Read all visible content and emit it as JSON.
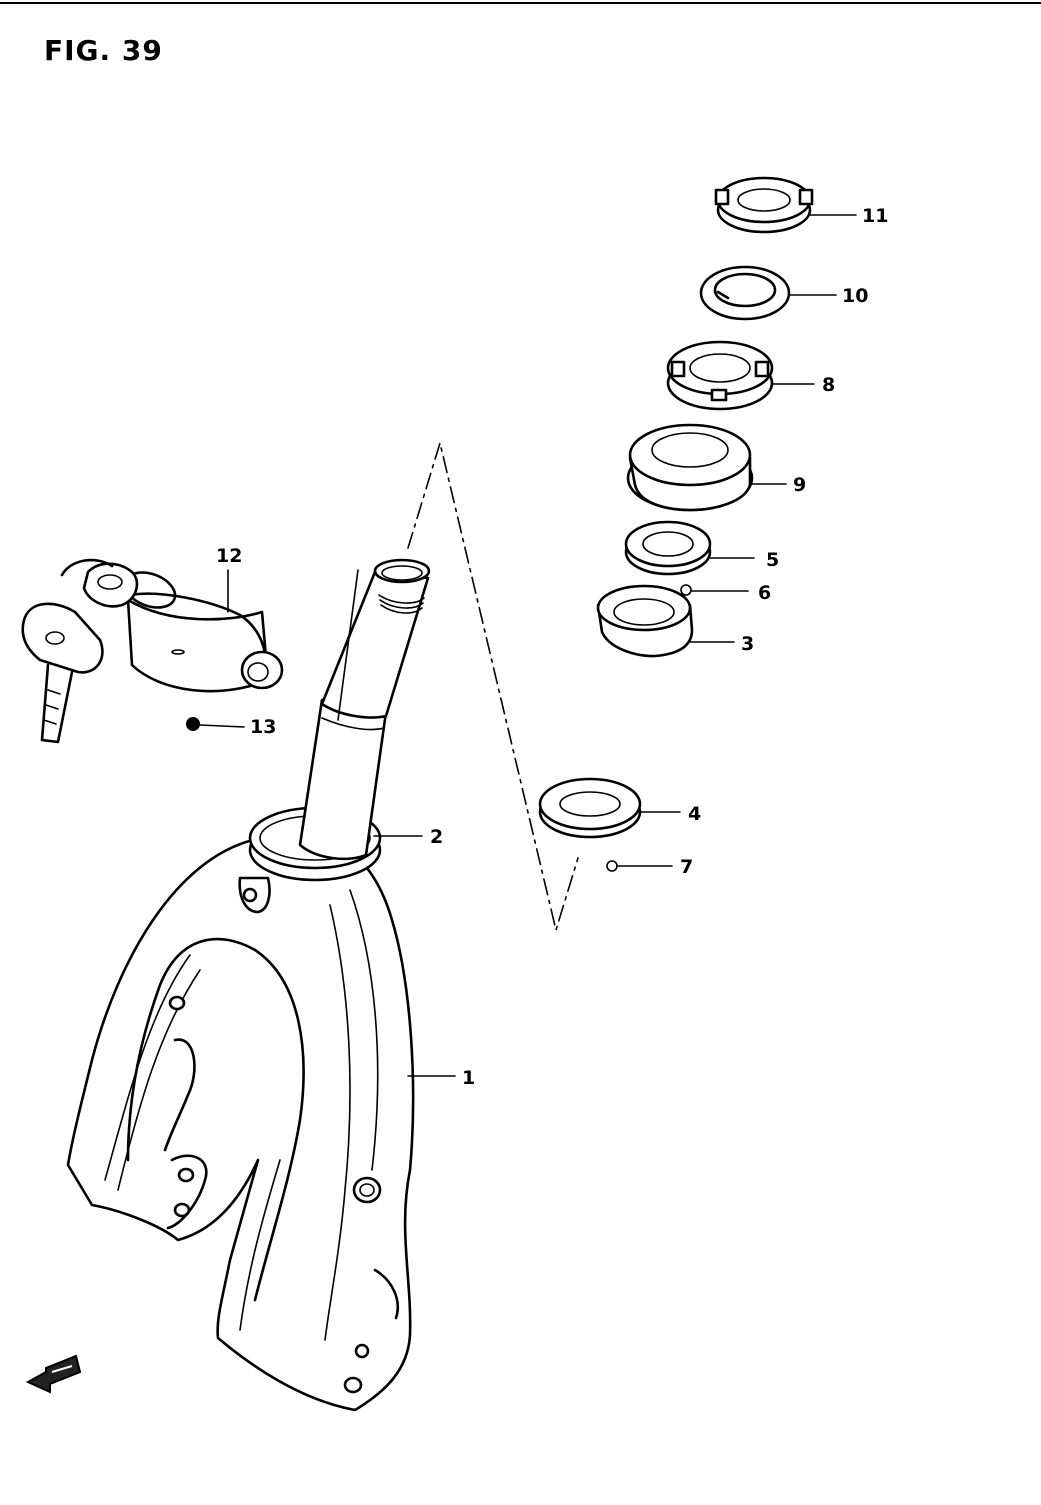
{
  "figure": {
    "title": "FIG. 39"
  },
  "parts": [
    {
      "number": "1",
      "name": "front-fork"
    },
    {
      "number": "2",
      "name": "dust-seal"
    },
    {
      "number": "3",
      "name": "bearing-race-upper"
    },
    {
      "number": "4",
      "name": "bearing-race-lower"
    },
    {
      "number": "5",
      "name": "bearing-cone"
    },
    {
      "number": "6",
      "name": "steel-ball-upper"
    },
    {
      "number": "7",
      "name": "steel-ball-lower"
    },
    {
      "number": "8",
      "name": "steering-stem-nut"
    },
    {
      "number": "9",
      "name": "dust-cover"
    },
    {
      "number": "10",
      "name": "lock-washer"
    },
    {
      "number": "11",
      "name": "lock-nut"
    },
    {
      "number": "12",
      "name": "steering-lock-set"
    },
    {
      "number": "13",
      "name": "lock-screw"
    }
  ],
  "icons": {
    "direction_arrow": "front-direction-arrow-icon"
  }
}
